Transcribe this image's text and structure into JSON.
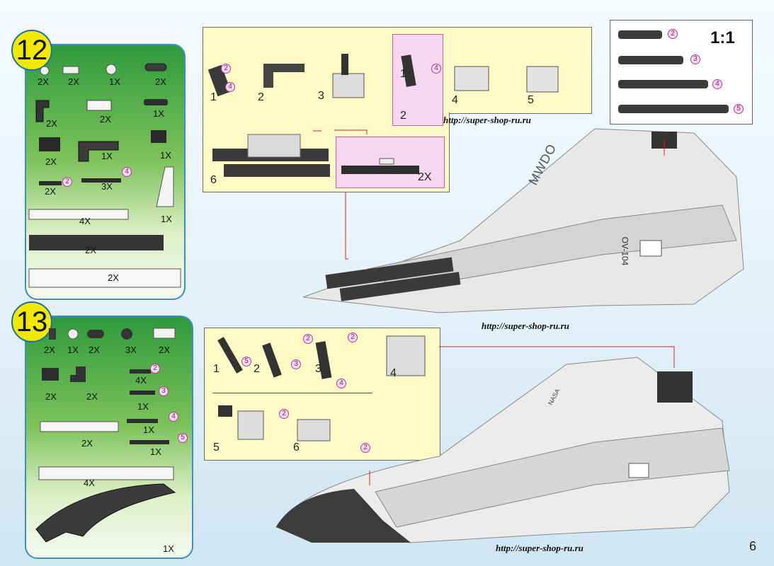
{
  "step12": {
    "number": "12",
    "quantities": [
      "2X",
      "2X",
      "1X",
      "2X",
      "2X",
      "2X",
      "1X",
      "2X",
      "1X",
      "1X",
      "2X",
      "3X",
      "1X",
      "4X",
      "2X",
      "2X"
    ],
    "axle_marks": [
      "2",
      "4"
    ]
  },
  "step13": {
    "number": "13",
    "quantities": [
      "2X",
      "1X",
      "2X",
      "3X",
      "2X",
      "2X",
      "2X",
      "4X",
      "1X",
      "1X",
      "1X",
      "2X",
      "4X",
      "1X"
    ],
    "axle_marks": [
      "2",
      "3",
      "4",
      "5"
    ]
  },
  "top_inset": {
    "substeps": [
      "1",
      "2",
      "3",
      "1",
      "2",
      "4",
      "5",
      "6"
    ],
    "marks": [
      "2",
      "4",
      "4"
    ],
    "sub_qty": "2X"
  },
  "scale_box": {
    "title": "1:1",
    "axles": [
      "2",
      "3",
      "4",
      "5"
    ]
  },
  "bottom_inset": {
    "substeps": [
      "1",
      "2",
      "3",
      "4",
      "5",
      "6"
    ],
    "marks": [
      "5",
      "2",
      "3",
      "2",
      "4",
      "2",
      "2"
    ]
  },
  "watermarks": [
    "http://super-shop-ru.ru",
    "http://super-shop-ru.ru",
    "http://super-shop-ru.ru"
  ],
  "model_texts": [
    "MWDO",
    "NASA",
    "OV-104"
  ],
  "page_number": "6"
}
